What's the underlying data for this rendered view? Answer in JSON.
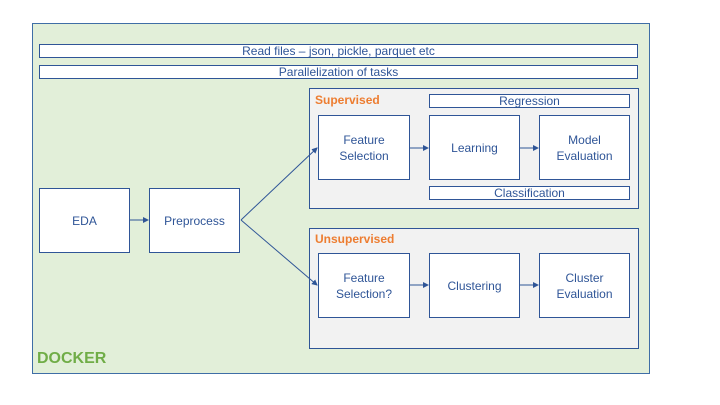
{
  "container": {
    "label": "DOCKER"
  },
  "bars": {
    "read_files": "Read files – json, pickle, parquet etc",
    "parallelization": "Parallelization of tasks"
  },
  "pipeline": {
    "eda": "EDA",
    "preprocess": "Preprocess"
  },
  "supervised": {
    "title": "Supervised",
    "regression": "Regression",
    "classification": "Classification",
    "feature_selection": "Feature Selection",
    "learning": "Learning",
    "model_evaluation": "Model Evaluation"
  },
  "unsupervised": {
    "title": "Unsupervised",
    "feature_selection": "Feature Selection?",
    "clustering": "Clustering",
    "cluster_evaluation": "Cluster Evaluation"
  },
  "colors": {
    "container_fill": "#e2efd9",
    "border": "#2f5597",
    "text": "#2f5597",
    "group_title": "#ed7d31",
    "docker_label": "#70ad47",
    "group_fill": "#f2f2f2"
  }
}
